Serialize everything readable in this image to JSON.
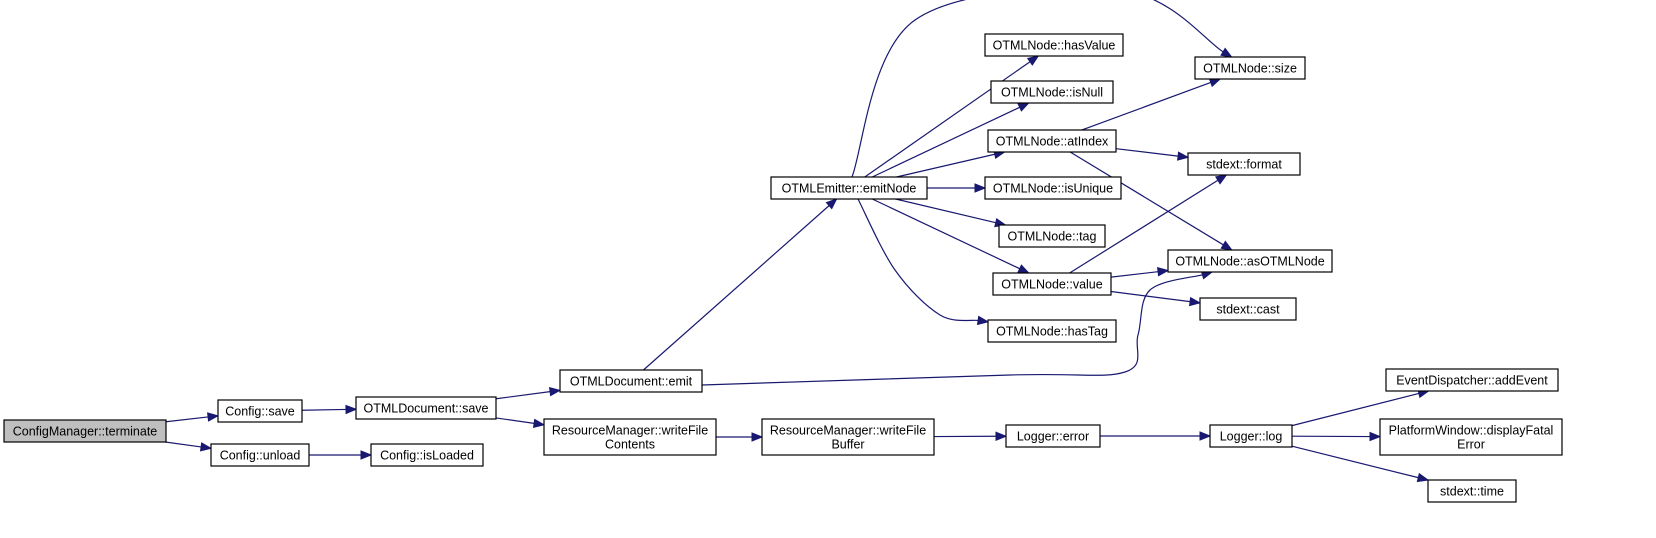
{
  "colors": {
    "edge": "#191970",
    "root_fill": "#bfbfbf",
    "node_fill": "#ffffff",
    "border": "#000000"
  },
  "nodes": [
    {
      "id": "cm_terminate",
      "lines": [
        "ConfigManager::terminate"
      ],
      "root": true
    },
    {
      "id": "cfg_save",
      "lines": [
        "Config::save"
      ]
    },
    {
      "id": "cfg_unload",
      "lines": [
        "Config::unload"
      ]
    },
    {
      "id": "cfg_isloaded",
      "lines": [
        "Config::isLoaded"
      ]
    },
    {
      "id": "doc_save",
      "lines": [
        "OTMLDocument::save"
      ]
    },
    {
      "id": "doc_emit",
      "lines": [
        "OTMLDocument::emit"
      ]
    },
    {
      "id": "rm_writecont",
      "lines": [
        "ResourceManager::writeFile",
        "Contents"
      ]
    },
    {
      "id": "rm_writebuf",
      "lines": [
        "ResourceManager::writeFile",
        "Buffer"
      ]
    },
    {
      "id": "emitter",
      "lines": [
        "OTMLEmitter::emitNode"
      ]
    },
    {
      "id": "has_value",
      "lines": [
        "OTMLNode::hasValue"
      ]
    },
    {
      "id": "is_null",
      "lines": [
        "OTMLNode::isNull"
      ]
    },
    {
      "id": "at_index",
      "lines": [
        "OTMLNode::atIndex"
      ]
    },
    {
      "id": "is_unique",
      "lines": [
        "OTMLNode::isUnique"
      ]
    },
    {
      "id": "tag",
      "lines": [
        "OTMLNode::tag"
      ]
    },
    {
      "id": "value",
      "lines": [
        "OTMLNode::value"
      ]
    },
    {
      "id": "has_tag",
      "lines": [
        "OTMLNode::hasTag"
      ]
    },
    {
      "id": "size",
      "lines": [
        "OTMLNode::size"
      ]
    },
    {
      "id": "format",
      "lines": [
        "stdext::format"
      ]
    },
    {
      "id": "as_otml",
      "lines": [
        "OTMLNode::asOTMLNode"
      ]
    },
    {
      "id": "cast",
      "lines": [
        "stdext::cast"
      ]
    },
    {
      "id": "logger_error",
      "lines": [
        "Logger::error"
      ]
    },
    {
      "id": "logger_log",
      "lines": [
        "Logger::log"
      ]
    },
    {
      "id": "add_event",
      "lines": [
        "EventDispatcher::addEvent"
      ]
    },
    {
      "id": "display_fatal",
      "lines": [
        "PlatformWindow::displayFatal",
        "Error"
      ]
    },
    {
      "id": "time",
      "lines": [
        "stdext::time"
      ]
    }
  ],
  "edges": [
    [
      "cm_terminate",
      "cfg_save"
    ],
    [
      "cm_terminate",
      "cfg_unload"
    ],
    [
      "cfg_save",
      "doc_save"
    ],
    [
      "cfg_unload",
      "cfg_isloaded"
    ],
    [
      "doc_save",
      "doc_emit"
    ],
    [
      "doc_save",
      "rm_writecont"
    ],
    [
      "doc_emit",
      "emitter"
    ],
    [
      "doc_emit",
      "as_otml"
    ],
    [
      "rm_writecont",
      "rm_writebuf"
    ],
    [
      "rm_writebuf",
      "logger_error"
    ],
    [
      "logger_error",
      "logger_log"
    ],
    [
      "logger_log",
      "add_event"
    ],
    [
      "logger_log",
      "display_fatal"
    ],
    [
      "logger_log",
      "time"
    ],
    [
      "emitter",
      "has_value"
    ],
    [
      "emitter",
      "is_null"
    ],
    [
      "emitter",
      "at_index"
    ],
    [
      "emitter",
      "is_unique"
    ],
    [
      "emitter",
      "tag"
    ],
    [
      "emitter",
      "value"
    ],
    [
      "emitter",
      "has_tag"
    ],
    [
      "emitter",
      "size"
    ],
    [
      "at_index",
      "size"
    ],
    [
      "at_index",
      "format"
    ],
    [
      "at_index",
      "as_otml"
    ],
    [
      "value",
      "format"
    ],
    [
      "value",
      "as_otml"
    ],
    [
      "value",
      "cast"
    ]
  ]
}
